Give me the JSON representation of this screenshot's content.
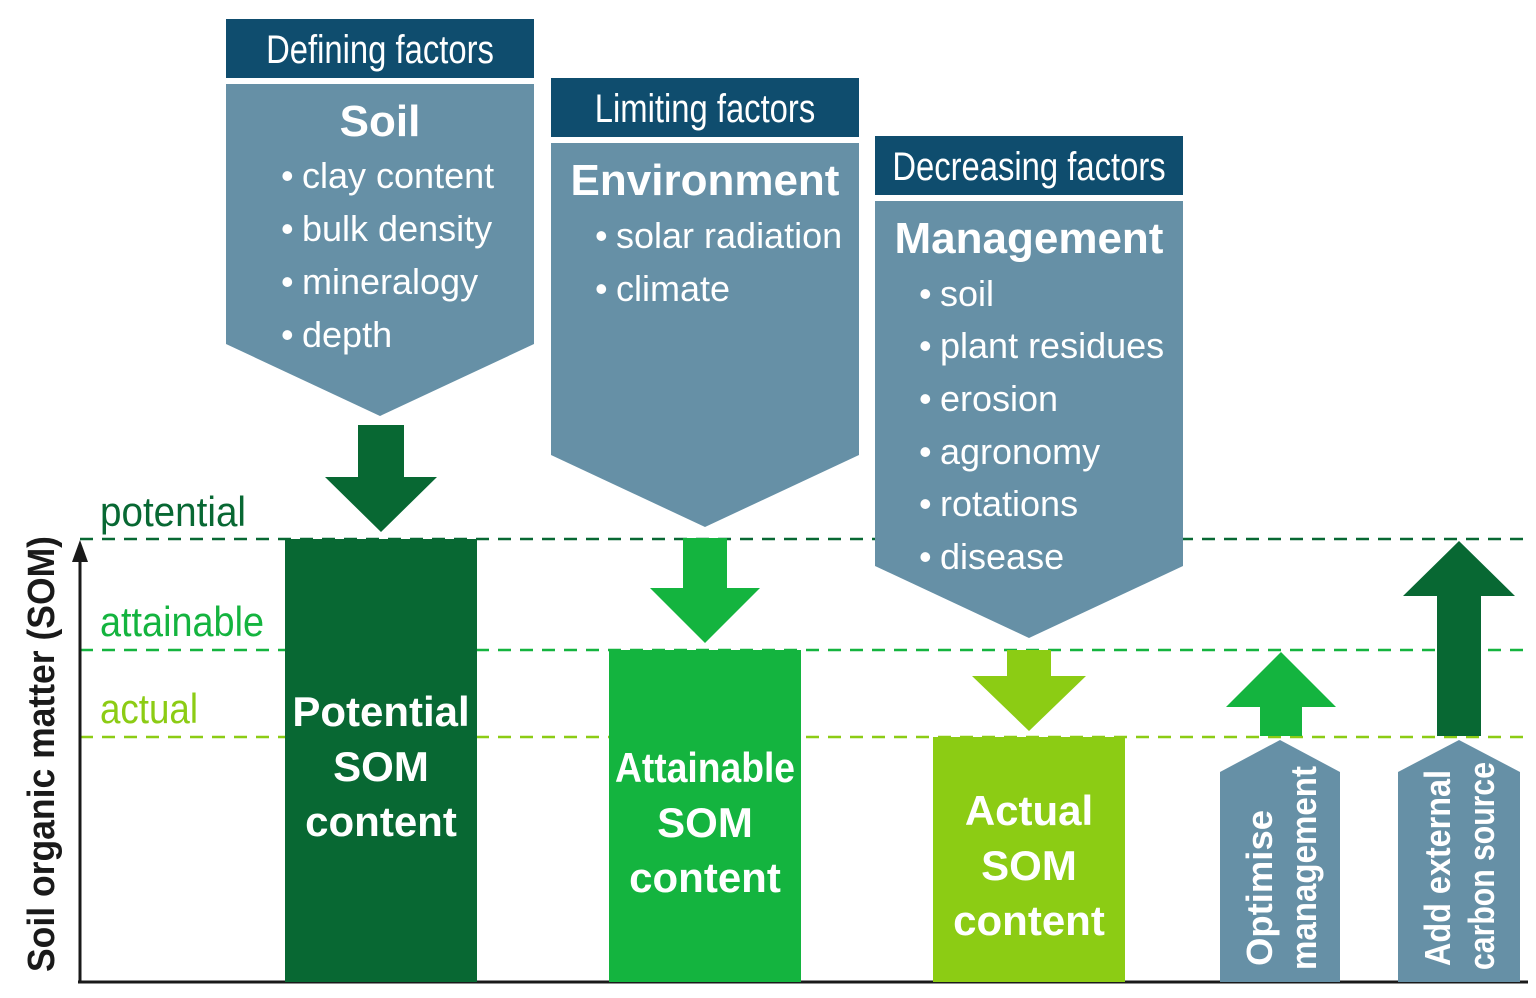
{
  "colors": {
    "header_bg": "#0f4d6e",
    "box_bg": "#6690a6",
    "potential": "#086833",
    "attainable": "#14b43f",
    "actual": "#8ccc14",
    "axis": "#1a1a1a"
  },
  "defining": {
    "header": "Defining factors",
    "title": "Soil",
    "items": [
      "clay content",
      "bulk density",
      "mineralogy",
      "depth"
    ]
  },
  "limiting": {
    "header": "Limiting factors",
    "title": "Environment",
    "items": [
      "solar radiation",
      "climate"
    ]
  },
  "decreasing": {
    "header": "Decreasing factors",
    "title": "Management",
    "items": [
      "soil",
      "plant residues",
      "erosion",
      "agronomy",
      "rotations",
      "disease"
    ]
  },
  "levels": {
    "potential": "potential",
    "attainable": "attainable",
    "actual": "actual"
  },
  "y_axis_label": "Soil organic matter (SOM)",
  "bars": {
    "potential": [
      "Potential",
      "SOM",
      "content"
    ],
    "attainable": [
      "Attainable",
      "SOM",
      "content"
    ],
    "actual": [
      "Actual",
      "SOM",
      "content"
    ]
  },
  "actions": {
    "optimise": [
      "Optimise",
      "management"
    ],
    "external": [
      "Add external",
      "carbon source"
    ]
  },
  "bullet_char": "•",
  "icons": {
    "down_arrows": "down-arrow-icon",
    "up_arrows": "up-arrow-icon"
  }
}
